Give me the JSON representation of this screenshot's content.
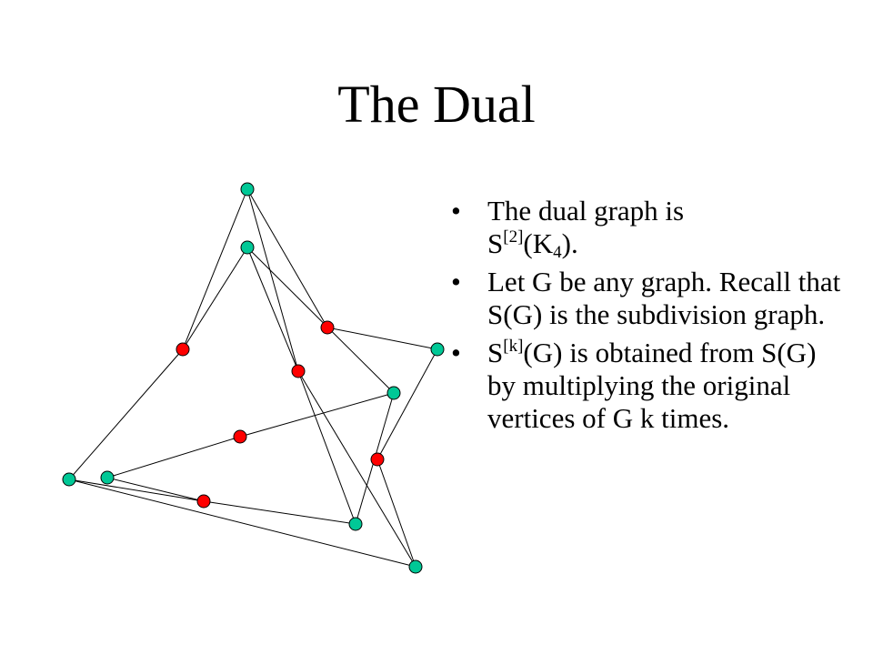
{
  "slide": {
    "title": "The Dual",
    "bullet_char": "•"
  },
  "bullets": [
    {
      "line1": "The dual graph is",
      "line2_base": "S",
      "line2_sup": "[2]",
      "line2_mid": "(K",
      "line2_sub": "4",
      "line2_end": ")."
    },
    {
      "text": "Let G be any graph. Recall that S(G) is the subdivision graph."
    },
    {
      "base": "S",
      "sup": "[k]",
      "rest": "(G) is obtained from S(G) by multiplying the original vertices of G k times."
    }
  ],
  "colors": {
    "original_vertex": "#00C896",
    "subdivision_vertex": "#FF0000",
    "edge": "#000000"
  }
}
